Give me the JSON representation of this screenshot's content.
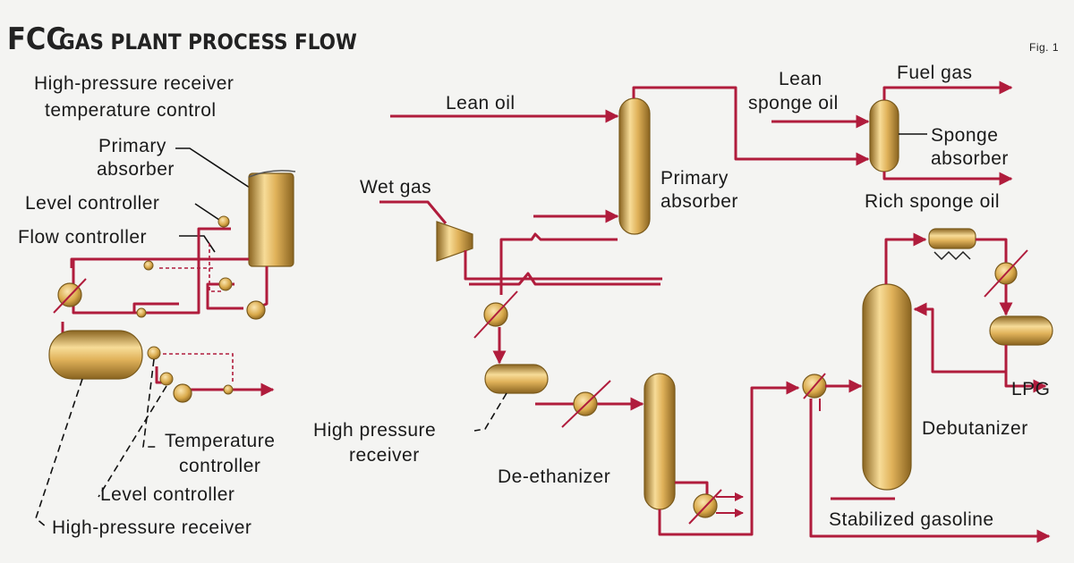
{
  "title_main": "FCC",
  "title_rest": "GAS PLANT PROCESS FLOW",
  "fig_label": "Fig. 1",
  "labels": {
    "inset_title_1": "High-pressure receiver",
    "inset_title_2": "temperature control",
    "primary_absorber_inset_1": "Primary",
    "primary_absorber_inset_2": "absorber",
    "level_controller_top": "Level controller",
    "flow_controller": "Flow controller",
    "temperature_controller_1": "Temperature",
    "temperature_controller_2": "controller",
    "level_controller_bottom": "Level controller",
    "high_pressure_receiver_inset": "High-pressure receiver",
    "lean_oil": "Lean oil",
    "wet_gas": "Wet gas",
    "primary_absorber_1": "Primary",
    "primary_absorber_2": "absorber",
    "lean_sponge_oil_1": "Lean",
    "lean_sponge_oil_2": "sponge oil",
    "fuel_gas": "Fuel gas",
    "sponge_absorber_1": "Sponge",
    "sponge_absorber_2": "absorber",
    "rich_sponge_oil": "Rich sponge oil",
    "high_pressure_receiver_1": "High pressure",
    "high_pressure_receiver_2": "receiver",
    "de_ethanizer": "De-ethanizer",
    "debutanizer": "Debutanizer",
    "lpg": "LPG",
    "stabilized_gasoline": "Stabilized gasoline"
  },
  "colors": {
    "pipe": "#b01c3c",
    "equipment": "#d9a94a",
    "text": "#1a1a1a"
  }
}
